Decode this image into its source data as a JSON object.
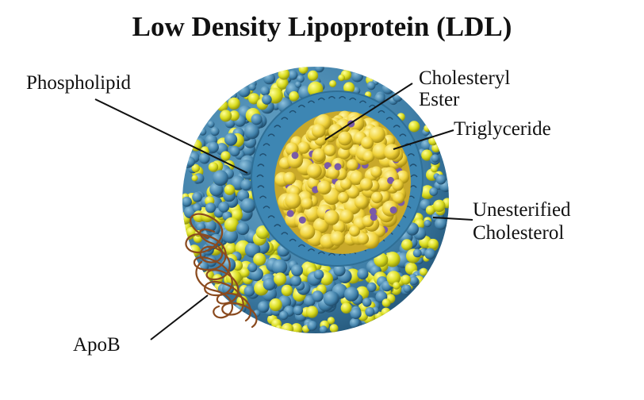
{
  "diagram": {
    "title": "Low Density Lipoprotein (LDL)",
    "labels": {
      "phospholipid": "Phospholipid",
      "cholesteryl_ester_line1": "Cholesteryl",
      "cholesteryl_ester_line2": "Ester",
      "triglyceride": "Triglyceride",
      "unesterified_line1": "Unesterified",
      "unesterified_line2": "Cholesterol",
      "apob": "ApoB"
    },
    "colors": {
      "shell_blue": "#3f7fa8",
      "phospholipid_yellow": "#d9dc1e",
      "core_yellow": "#f0d23a",
      "ester_purple": "#7a5aa8",
      "apob_brown": "#8a4a1e"
    }
  }
}
